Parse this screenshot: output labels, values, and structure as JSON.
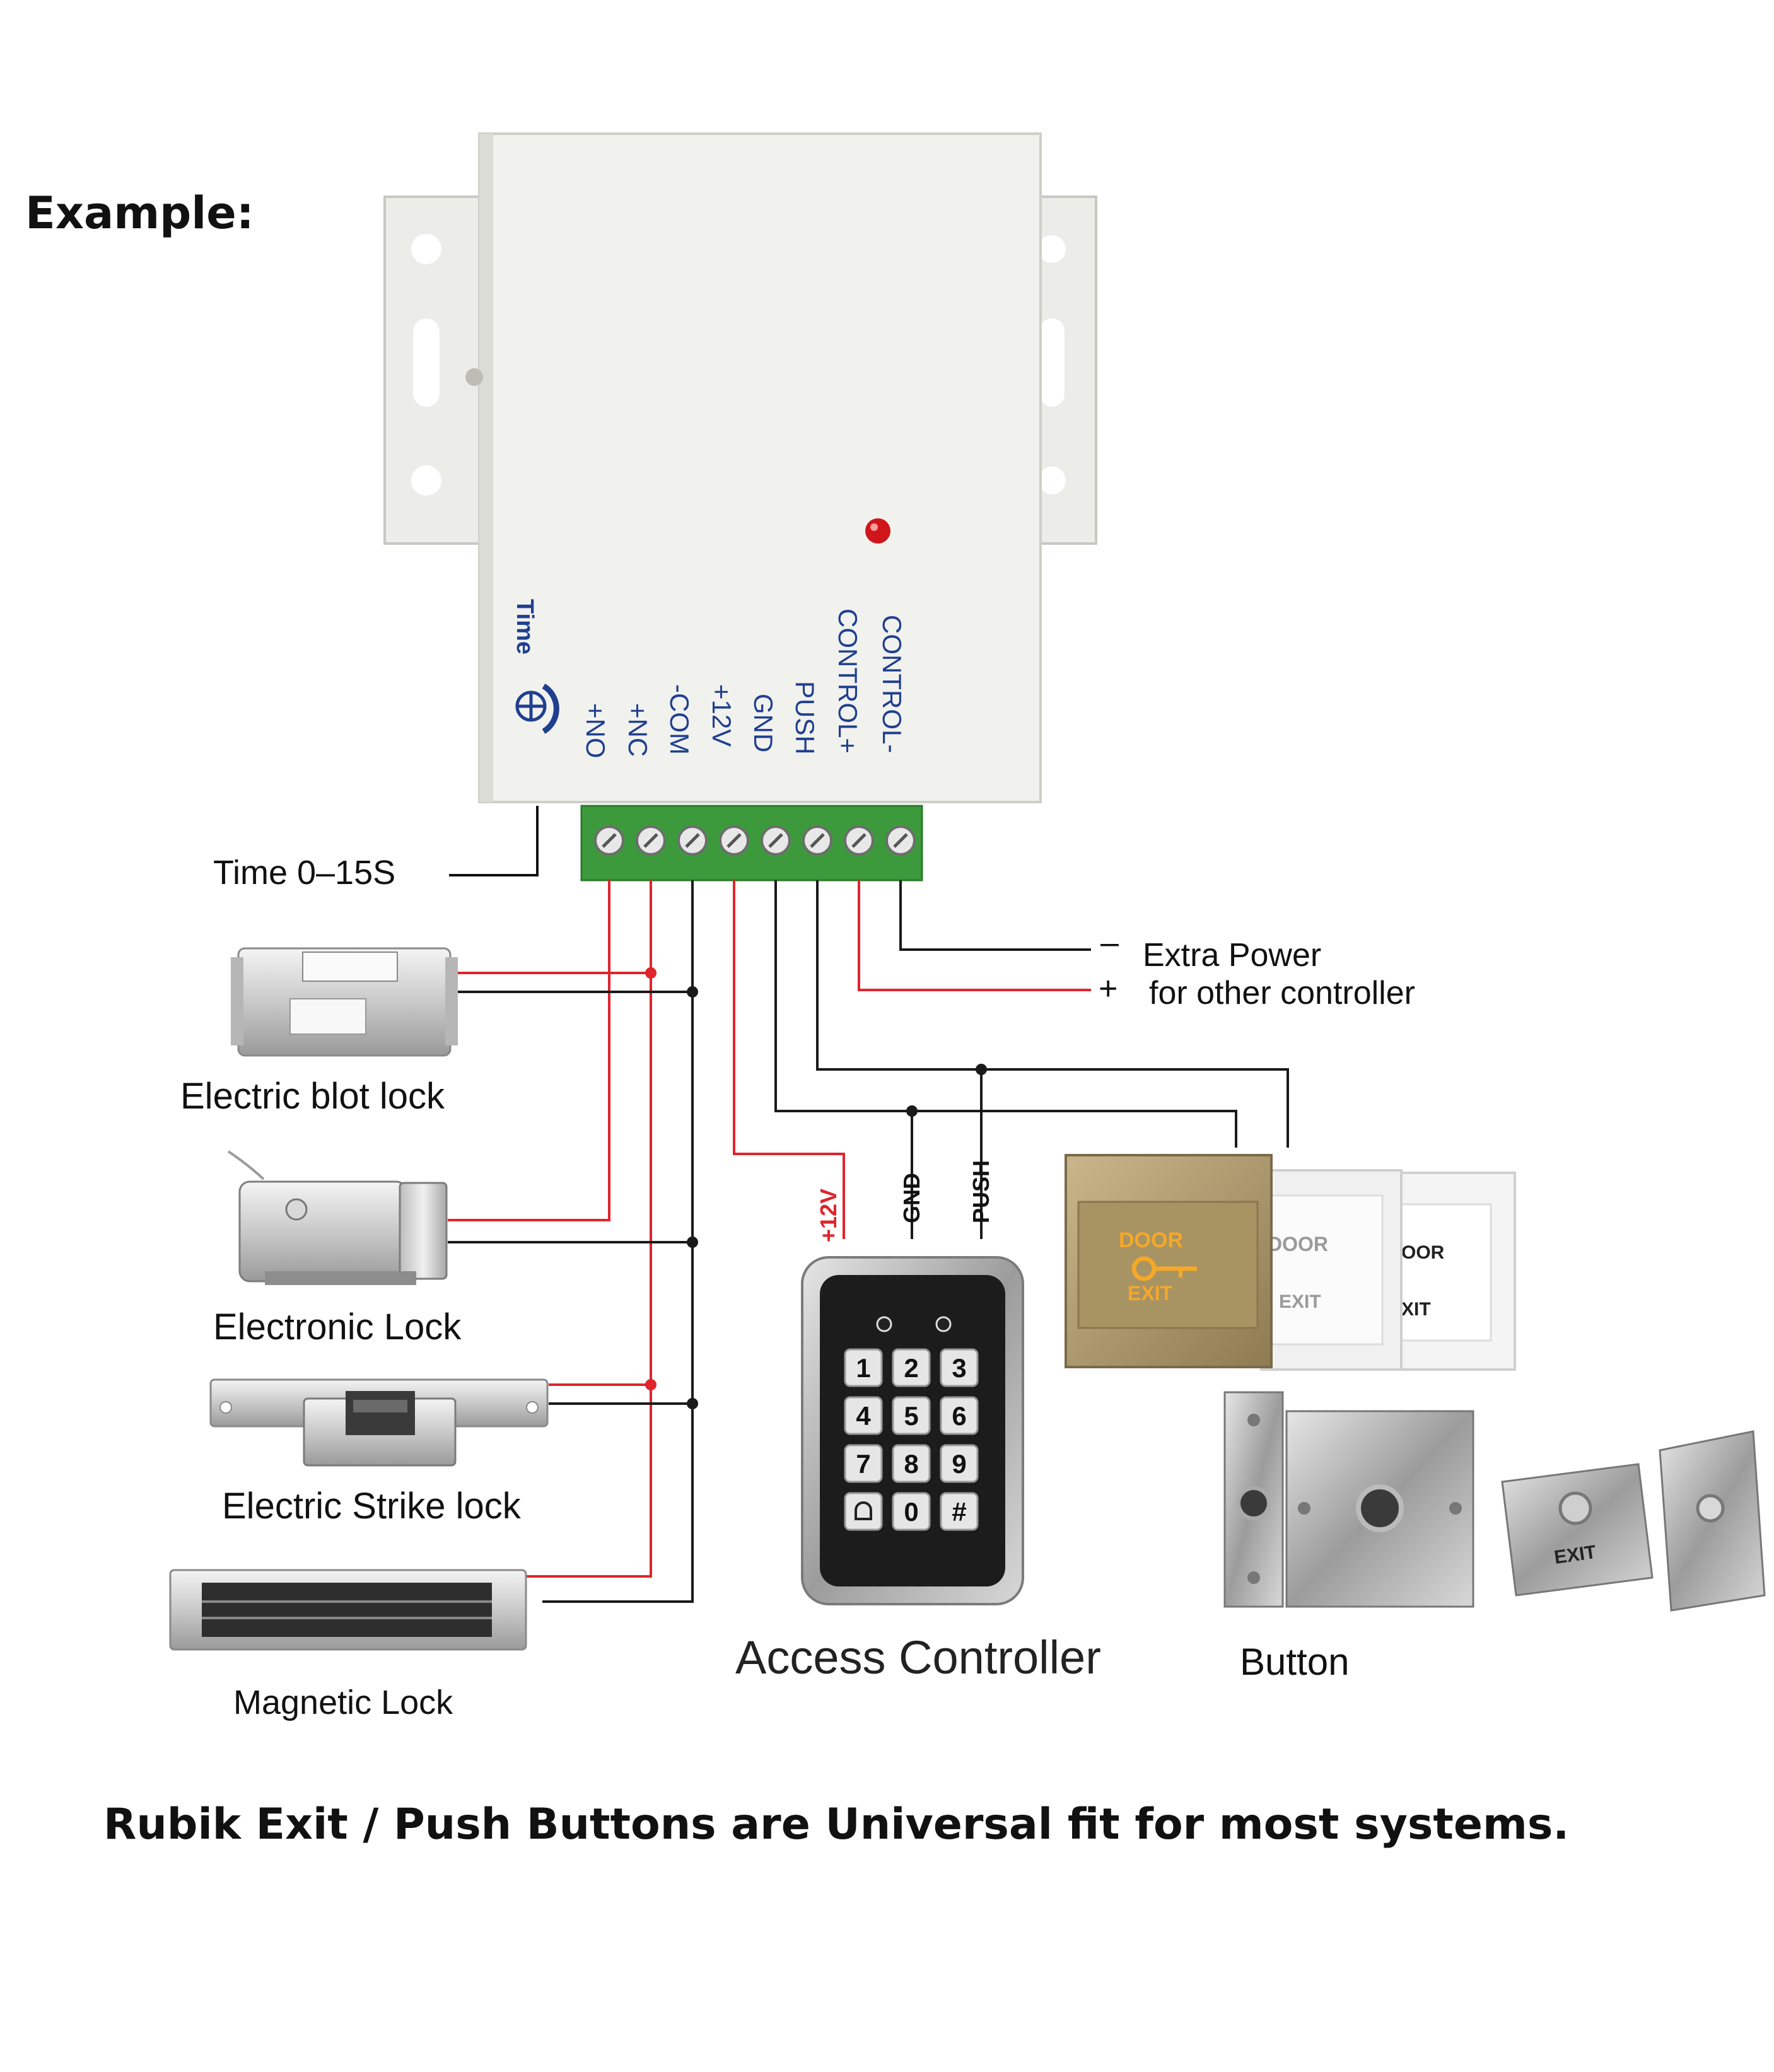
{
  "heading": "Example:",
  "controller": {
    "time_label": "Time",
    "terminals": [
      "+NO",
      "+NC",
      "-COM",
      "+12V",
      "GND",
      "PUSH",
      "CONTROL+",
      "CONTROL-"
    ],
    "time_range": "Time  0–15S"
  },
  "extra_power": {
    "minus_sign": "–",
    "plus_sign": "+",
    "line1": "Extra Power",
    "line2": "for other controller"
  },
  "locks": [
    {
      "label": "Electric blot lock"
    },
    {
      "label": "Electronic Lock"
    },
    {
      "label": "Electric Strike lock"
    },
    {
      "label": "Magnetic Lock"
    }
  ],
  "keypad": {
    "wire_labels": [
      "+12V",
      "GND",
      "PUSH"
    ],
    "keys": [
      "1",
      "2",
      "3",
      "4",
      "5",
      "6",
      "7",
      "8",
      "9",
      "",
      "0",
      "#"
    ],
    "caption": "Access Controller"
  },
  "buttons": {
    "door_text": "DOOR",
    "exit_text": "EXIT",
    "door_text_partial": "OOR",
    "exit_text_partial": "XIT",
    "caption": "Button"
  },
  "footer": "Rubik Exit / Push Buttons are Universal fit for most systems.",
  "colors": {
    "wire_red": "#e0242c",
    "wire_black": "#1a1a1a",
    "terminal_green": "#3d9a3c",
    "enclosure": "#f1f1ee",
    "label_blue": "#1f3f8f"
  }
}
